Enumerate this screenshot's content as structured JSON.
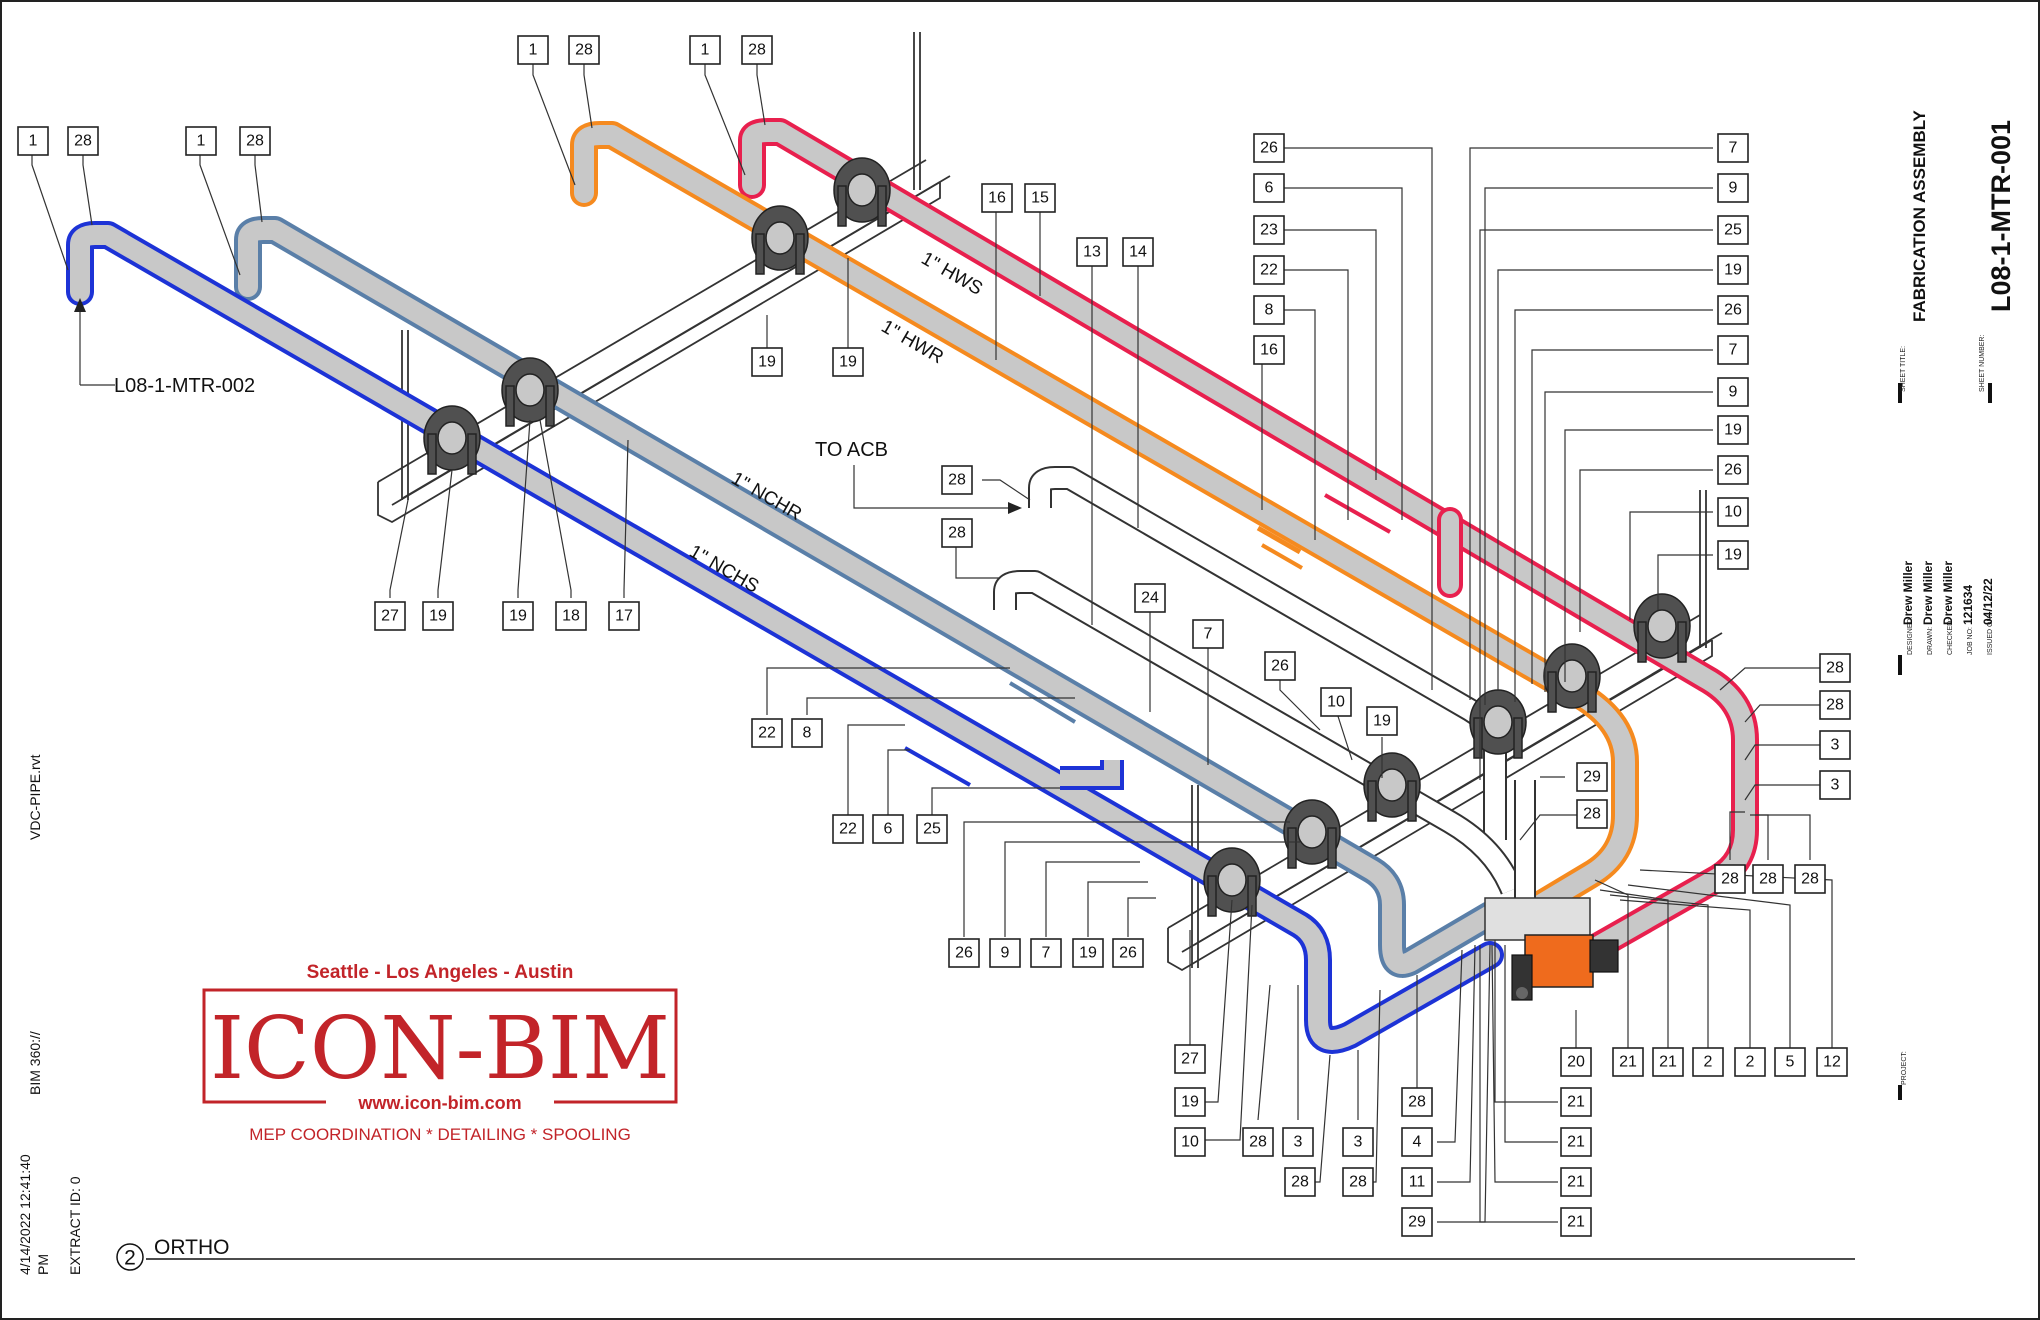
{
  "pipes": {
    "hws": {
      "label": "1\" HWS",
      "color": "#e8204e"
    },
    "hwr": {
      "label": "1\" HWR",
      "color": "#f58a1f"
    },
    "nchr": {
      "label": "1\" NCHR",
      "color": "#5a7fa8"
    },
    "nchs": {
      "label": "1\" NCHS",
      "color": "#1d33d6"
    },
    "fill_color": "#c8c8c8",
    "hanger_color": "#505050",
    "actuator_color": "#ef6b1d"
  },
  "notes": {
    "to_acb": "TO ACB",
    "ref_sheet": "L08-1-MTR-002"
  },
  "tags": [
    {
      "id": "t01",
      "label": "1"
    },
    {
      "id": "t02",
      "label": "28"
    },
    {
      "id": "t03",
      "label": "1"
    },
    {
      "id": "t04",
      "label": "28"
    },
    {
      "id": "t05",
      "label": "1"
    },
    {
      "id": "t06",
      "label": "28"
    },
    {
      "id": "t07",
      "label": "1"
    },
    {
      "id": "t08",
      "label": "28"
    },
    {
      "id": "t09",
      "label": "16"
    },
    {
      "id": "t10",
      "label": "15"
    },
    {
      "id": "t11",
      "label": "13"
    },
    {
      "id": "t12",
      "label": "14"
    },
    {
      "id": "t13",
      "label": "19"
    },
    {
      "id": "t14",
      "label": "19"
    },
    {
      "id": "t15",
      "label": "26"
    },
    {
      "id": "t16",
      "label": "6"
    },
    {
      "id": "t17",
      "label": "23"
    },
    {
      "id": "t18",
      "label": "22"
    },
    {
      "id": "t19",
      "label": "8"
    },
    {
      "id": "t20",
      "label": "16"
    },
    {
      "id": "t21",
      "label": "7"
    },
    {
      "id": "t22",
      "label": "9"
    },
    {
      "id": "t23",
      "label": "25"
    },
    {
      "id": "t24",
      "label": "19"
    },
    {
      "id": "t25",
      "label": "26"
    },
    {
      "id": "t26",
      "label": "7"
    },
    {
      "id": "t27",
      "label": "9"
    },
    {
      "id": "t28",
      "label": "19"
    },
    {
      "id": "t29",
      "label": "26"
    },
    {
      "id": "t30",
      "label": "10"
    },
    {
      "id": "t31",
      "label": "19"
    },
    {
      "id": "t32",
      "label": "28"
    },
    {
      "id": "t33",
      "label": "28"
    },
    {
      "id": "t34",
      "label": "24"
    },
    {
      "id": "t35",
      "label": "7"
    },
    {
      "id": "t36",
      "label": "26"
    },
    {
      "id": "t37",
      "label": "10"
    },
    {
      "id": "t38",
      "label": "19"
    },
    {
      "id": "t39",
      "label": "29"
    },
    {
      "id": "t40",
      "label": "28"
    },
    {
      "id": "t41",
      "label": "27"
    },
    {
      "id": "t42",
      "label": "19"
    },
    {
      "id": "t43",
      "label": "19"
    },
    {
      "id": "t44",
      "label": "18"
    },
    {
      "id": "t45",
      "label": "17"
    },
    {
      "id": "t46",
      "label": "22"
    },
    {
      "id": "t47",
      "label": "8"
    },
    {
      "id": "t48",
      "label": "22"
    },
    {
      "id": "t49",
      "label": "6"
    },
    {
      "id": "t50",
      "label": "25"
    },
    {
      "id": "t51",
      "label": "26"
    },
    {
      "id": "t52",
      "label": "9"
    },
    {
      "id": "t53",
      "label": "7"
    },
    {
      "id": "t54",
      "label": "19"
    },
    {
      "id": "t55",
      "label": "26"
    },
    {
      "id": "t56",
      "label": "28"
    },
    {
      "id": "t57",
      "label": "28"
    },
    {
      "id": "t58",
      "label": "3"
    },
    {
      "id": "t59",
      "label": "3"
    },
    {
      "id": "t60",
      "label": "28"
    },
    {
      "id": "t61",
      "label": "28"
    },
    {
      "id": "t62",
      "label": "28"
    },
    {
      "id": "t63",
      "label": "20"
    },
    {
      "id": "t64",
      "label": "21"
    },
    {
      "id": "t65",
      "label": "21"
    },
    {
      "id": "t66",
      "label": "2"
    },
    {
      "id": "t67",
      "label": "2"
    },
    {
      "id": "t68",
      "label": "5"
    },
    {
      "id": "t69",
      "label": "12"
    },
    {
      "id": "t70",
      "label": "27"
    },
    {
      "id": "t71",
      "label": "19"
    },
    {
      "id": "t72",
      "label": "10"
    },
    {
      "id": "t73",
      "label": "28"
    },
    {
      "id": "t74",
      "label": "3"
    },
    {
      "id": "t75",
      "label": "3"
    },
    {
      "id": "t76",
      "label": "28"
    },
    {
      "id": "t77",
      "label": "28"
    },
    {
      "id": "t78",
      "label": "28"
    },
    {
      "id": "t79",
      "label": "4"
    },
    {
      "id": "t80",
      "label": "11"
    },
    {
      "id": "t81",
      "label": "29"
    },
    {
      "id": "t82",
      "label": "21"
    },
    {
      "id": "t83",
      "label": "21"
    },
    {
      "id": "t84",
      "label": "21"
    },
    {
      "id": "t85",
      "label": "21"
    }
  ],
  "logo": {
    "tagline": "Seattle - Los Angeles - Austin",
    "name": "ICON-BIM",
    "url": "www.icon-bim.com",
    "services": "MEP COORDINATION * DETAILING * SPOOLING",
    "color": "#c22429"
  },
  "margin": {
    "file": "VDC-PIPE.rvt",
    "source": "BIM 360://",
    "timestamp": "4/14/2022 12:41:40",
    "ampm": "PM",
    "extract": "EXTRACT ID: 0"
  },
  "view": {
    "number": "2",
    "title": "ORTHO"
  },
  "titleblock": {
    "sheet_title_label": "SHEET TITLE:",
    "sheet_title": "FABRICATION ASSEMBLY",
    "sheet_number_label": "SHEET NUMBER:",
    "sheet_number": "L08-1-MTR-001",
    "designed_label": "DESIGNED:",
    "designed": "Drew Miller",
    "drawn_label": "DRAWN:",
    "drawn": "Drew Miller",
    "checked_label": "CHECKED:",
    "checked": "Drew Miller",
    "job_label": "JOB NO:",
    "job": "121634",
    "issued_label": "ISSUED ON:",
    "issued": "04/12/22",
    "project_label": "PROJECT:"
  }
}
